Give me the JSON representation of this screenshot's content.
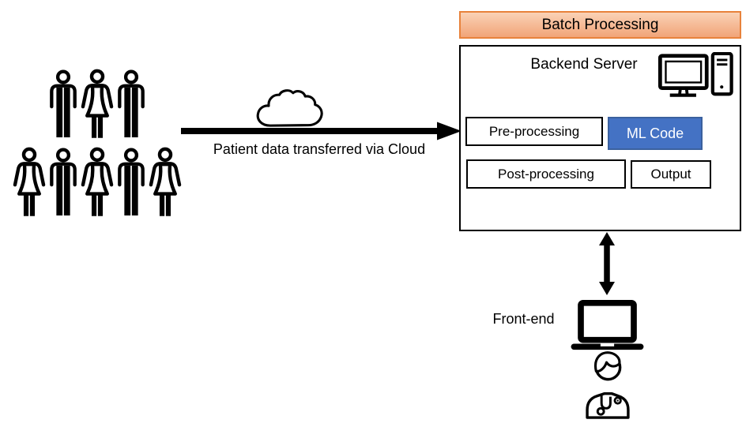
{
  "batch_header": {
    "label": "Batch Processing"
  },
  "backend": {
    "title": "Backend Server",
    "components": [
      {
        "label": "Pre-processing"
      },
      {
        "label": "ML Code"
      },
      {
        "label": "Post-processing"
      },
      {
        "label": "Output"
      }
    ]
  },
  "patients": {
    "caption": "Patient data transferred via Cloud",
    "rows": [
      [
        "man",
        "woman",
        "man"
      ],
      [
        "woman",
        "man",
        "woman",
        "man",
        "woman"
      ]
    ]
  },
  "frontend": {
    "label": "Front-end"
  },
  "icons": {
    "group_left": [
      "man-icon",
      "woman-icon"
    ],
    "transfer": "cloud-icon",
    "backend": "desktop-computer-icon",
    "link": "double-arrow-icon",
    "frontend": [
      "laptop-icon",
      "doctor-icon"
    ]
  },
  "colors": {
    "header_fill_top": "#FAD2B6",
    "header_fill_bottom": "#F1A478",
    "header_border": "#E8823B",
    "ml_fill": "#4472C4",
    "ml_border": "#3B619E",
    "ml_text": "#FFFFFF",
    "outline": "#000000",
    "background": "#FFFFFF"
  }
}
